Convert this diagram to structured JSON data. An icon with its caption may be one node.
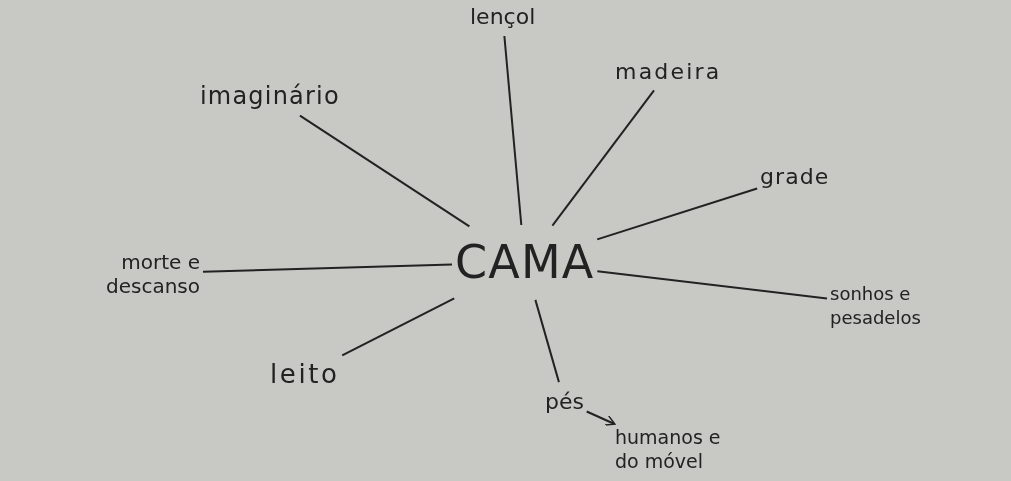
{
  "diagram": {
    "nodes": [
      {
        "text": [
          "CAMA"
        ]
      },
      {
        "text": [
          "lençol"
        ]
      },
      {
        "text": [
          "imaginário"
        ]
      },
      {
        "text": [
          "madeira"
        ]
      },
      {
        "text": [
          "grade"
        ]
      },
      {
        "text": [
          "morte e descanso"
        ]
      },
      {
        "text": [
          "sonhos e pesadelos"
        ]
      },
      {
        "text": [
          "leito"
        ]
      },
      {
        "text": [
          "pés"
        ]
      },
      {
        "text": [
          "humanos e do móvel"
        ]
      }
    ],
    "edges": [
      {
        "from": 0,
        "to": 1,
        "arrow": "none"
      },
      {
        "from": 0,
        "to": 2,
        "arrow": "none"
      },
      {
        "from": 0,
        "to": 3,
        "arrow": "none"
      },
      {
        "from": 0,
        "to": 4,
        "arrow": "none"
      },
      {
        "from": 0,
        "to": 5,
        "arrow": "none"
      },
      {
        "from": 0,
        "to": 6,
        "arrow": "none"
      },
      {
        "from": 0,
        "to": 7,
        "arrow": "none"
      },
      {
        "from": 0,
        "to": 8,
        "arrow": "none"
      },
      {
        "from": 8,
        "to": 9,
        "arrow": "to"
      }
    ]
  }
}
